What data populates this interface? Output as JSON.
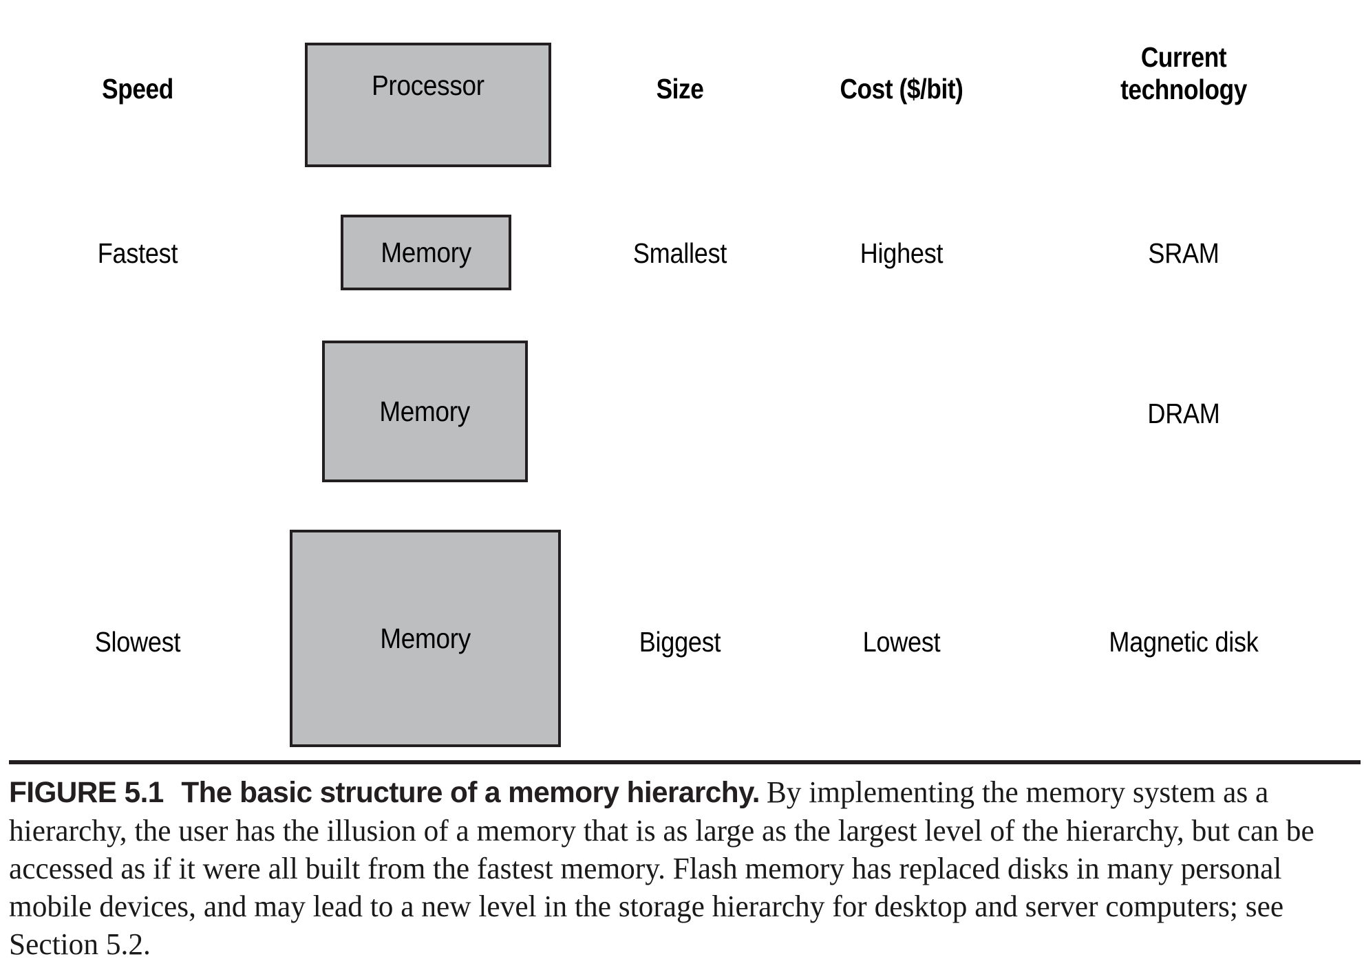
{
  "figure": {
    "columns": [
      {
        "key": "speed",
        "header": "Speed"
      },
      {
        "key": "blocks",
        "header": ""
      },
      {
        "key": "size",
        "header": "Size"
      },
      {
        "key": "cost",
        "header": "Cost ($/bit)"
      },
      {
        "key": "technology",
        "header": "Current\ntechnology"
      }
    ],
    "levels": [
      {
        "block_label": "Processor",
        "speed": "",
        "size": "",
        "cost": "",
        "technology": ""
      },
      {
        "block_label": "Memory",
        "speed": "Fastest",
        "size": "Smallest",
        "cost": "Highest",
        "technology": "SRAM"
      },
      {
        "block_label": "Memory",
        "speed": "",
        "size": "",
        "cost": "",
        "technology": "DRAM"
      },
      {
        "block_label": "Memory",
        "speed": "Slowest",
        "size": "Biggest",
        "cost": "Lowest",
        "technology": "Magnetic disk"
      }
    ],
    "colors": {
      "box_fill": "#bcbec0",
      "box_border": "#231f20",
      "text": "#000000",
      "background": "#ffffff"
    }
  },
  "caption": {
    "figure_number": "FIGURE 5.1",
    "title": "The basic structure of a memory hierarchy.",
    "body": "By implementing the memory system as a hierarchy, the user has the illusion of a memory that is as large as the largest level of the hierarchy, but can be accessed as if it were all built from the fastest memory. Flash memory has replaced disks in many personal mobile devices, and may lead to a new level in the storage hierarchy for desktop and server computers; see Section 5.2."
  }
}
